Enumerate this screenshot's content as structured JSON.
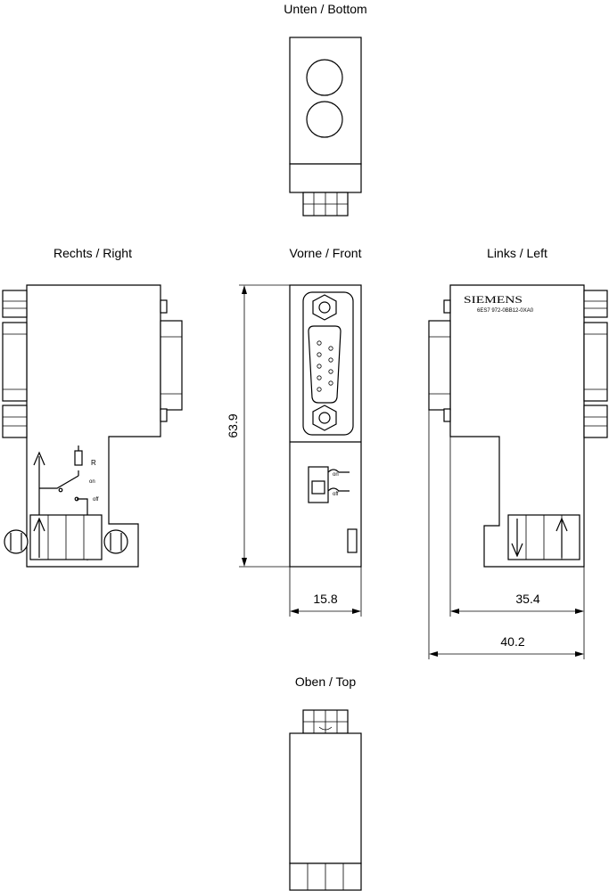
{
  "views": {
    "bottom": "Unten / Bottom",
    "right": "Rechts / Right",
    "front": "Vorne / Front",
    "left": "Links / Left",
    "top": "Oben / Top"
  },
  "dimensions": {
    "height": "63.9",
    "front_width": "15.8",
    "left_width": "35.4",
    "overall_width": "40.2"
  },
  "switch_labels": {
    "resistor": "R",
    "on": "on",
    "off": "off"
  },
  "brand": "SIEMENS",
  "part_number": "6ES7 972-0BB12-0XA0"
}
